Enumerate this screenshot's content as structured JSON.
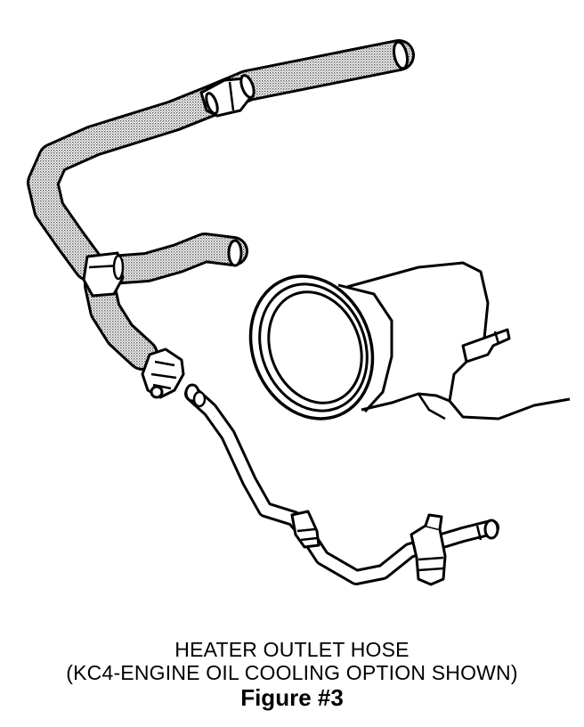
{
  "caption": {
    "line1": "HEATER OUTLET HOSE",
    "line2": "(KC4-ENGINE OIL COOLING OPTION SHOWN)",
    "figure": "Figure #3"
  },
  "colors": {
    "ink": "#000000",
    "hose_fill": "#b9b9b9",
    "background": "#ffffff"
  }
}
